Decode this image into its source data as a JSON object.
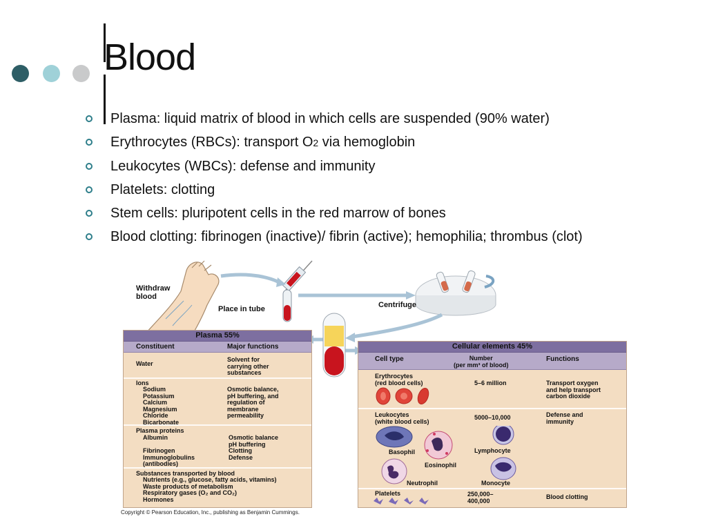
{
  "slide": {
    "title": "Blood",
    "bullets": [
      {
        "text": "Plasma: liquid matrix of blood in which cells are suspended (90% water)"
      },
      {
        "text": "Erythrocytes (RBCs): transport O",
        "sub": "2",
        "after": " via hemoglobin"
      },
      {
        "text": "Leukocytes (WBCs): defense and immunity"
      },
      {
        "text": "Platelets: clotting"
      },
      {
        "text": "Stem cells: pluripotent cells in the red marrow of bones"
      },
      {
        "text": "Blood clotting: fibrinogen (inactive)/ fibrin (active); hemophilia; thrombus (clot)"
      }
    ]
  },
  "figure": {
    "labels": {
      "withdraw": "Withdraw\nblood",
      "place_in_tube": "Place in tube",
      "centrifuge": "Centrifuge"
    },
    "plasma_table": {
      "title": "Plasma 55%",
      "col_constituent": "Constituent",
      "col_functions": "Major functions",
      "water": "Water",
      "water_fn": "Solvent for\ncarrying other\nsubstances",
      "ions": "Ions",
      "ions_list": "Sodium\nPotassium\nCalcium\nMagnesium\nChloride\nBicarbonate",
      "ions_fn": "Osmotic balance,\npH buffering, and\nregulation of\nmembrane\npermeability",
      "proteins": "Plasma proteins",
      "proteins_list": "Albumin\n\nFibrinogen\nImmunoglobulins\n(antibodies)",
      "proteins_fn": "Osmotic balance\npH buffering\nClotting\nDefense",
      "transported": "Substances transported by blood",
      "transported_list": "Nutrients (e.g., glucose, fatty acids, vitamins)\nWaste products of metabolism\nRespiratory gases (O₂ and CO₂)\nHormones"
    },
    "cells_table": {
      "title": "Cellular elements 45%",
      "col_type": "Cell type",
      "col_number": "Number\n(per mm³ of blood)",
      "col_functions": "Functions",
      "erythrocytes": "Erythrocytes\n(red blood cells)",
      "erythrocytes_num": "5–6 million",
      "erythrocytes_fn": "Transport oxygen\nand help transport\ncarbon dioxide",
      "leukocytes": "Leukocytes\n(white blood cells)",
      "leukocytes_num": "5000–10,000",
      "leukocytes_fn": "Defense and\nimmunity",
      "basophil": "Basophil",
      "eosinophil": "Eosinophil",
      "neutrophil": "Neutrophil",
      "lymphocyte": "Lymphocyte",
      "monocyte": "Monocyte",
      "platelets": "Platelets",
      "platelets_num": "250,000–\n400,000",
      "platelets_fn": "Blood clotting"
    },
    "copyright": "Copyright © Pearson Education, Inc., publishing as Benjamin Cummings."
  },
  "colors": {
    "accent_dark": "#2e5e66",
    "accent_light": "#9fd1d8",
    "accent_gray": "#c9cacb",
    "table_header": "#7d6fa0",
    "table_body": "#f3ddc2",
    "blood_red": "#c8141e"
  }
}
